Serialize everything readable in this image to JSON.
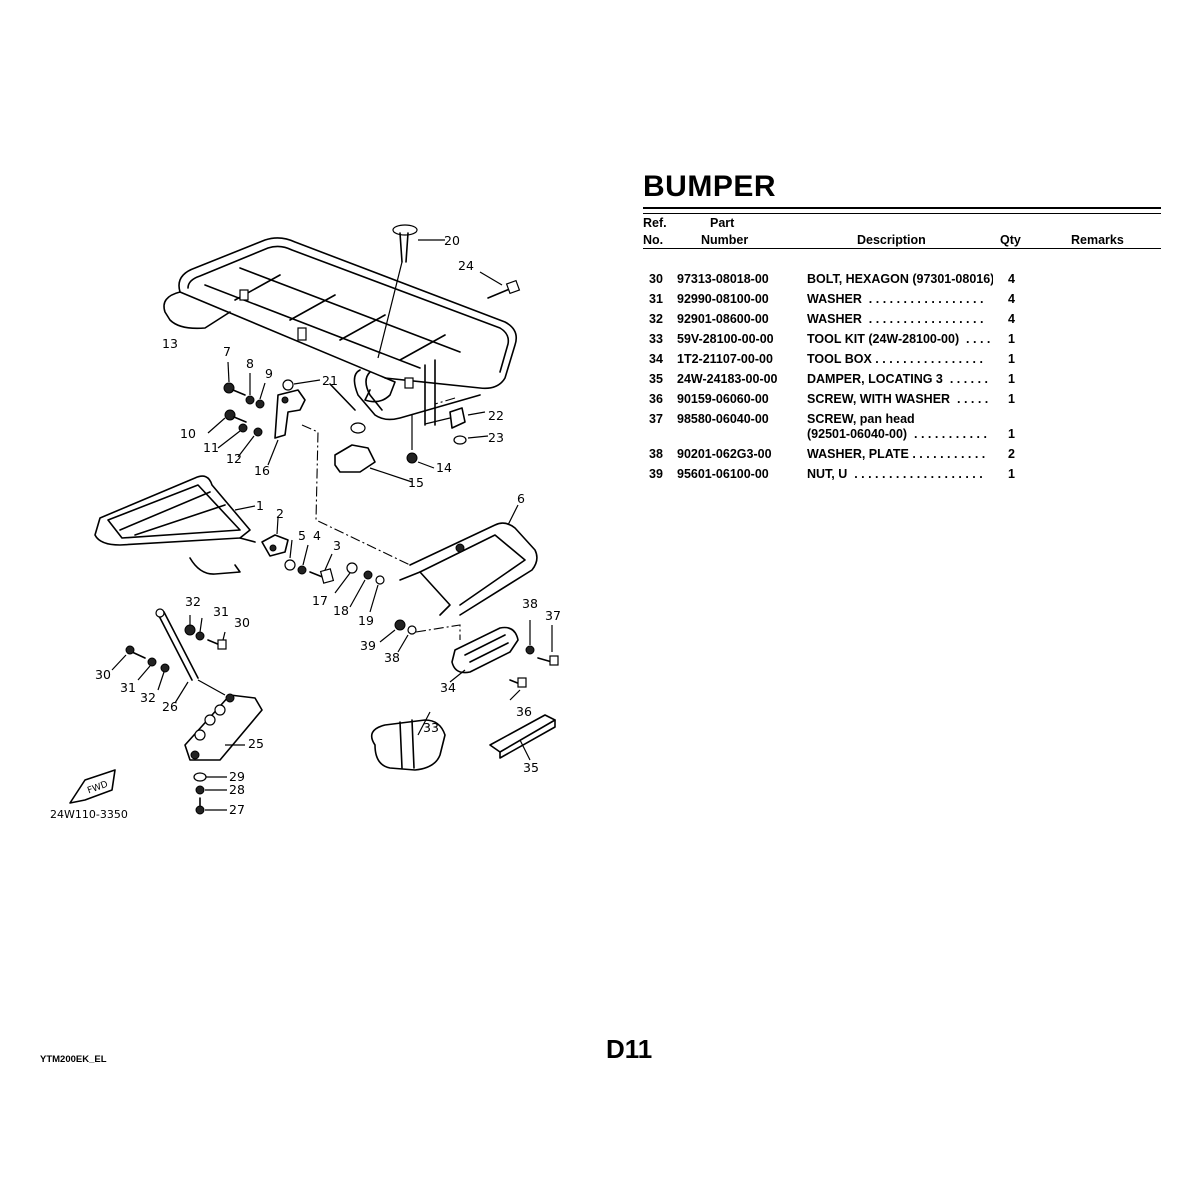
{
  "page": {
    "title": "BUMPER",
    "page_number": "D11",
    "model_code": "YTM200EK_EL"
  },
  "table": {
    "headers": {
      "ref_line1": "Ref.",
      "ref_line2": "No.",
      "part_line1": "Part",
      "part_line2": "Number",
      "description": "Description",
      "qty": "Qty",
      "remarks": "Remarks"
    },
    "rows": [
      {
        "ref": "30",
        "part_number": "97313-08018-00",
        "description": "BOLT, HEXAGON (97301-08016)",
        "qty": "4"
      },
      {
        "ref": "31",
        "part_number": "92990-08100-00",
        "description": "WASHER  . . . . . . . . . . . . . . . . .",
        "qty": "4"
      },
      {
        "ref": "32",
        "part_number": "92901-08600-00",
        "description": "WASHER  . . . . . . . . . . . . . . . . .",
        "qty": "4"
      },
      {
        "ref": "33",
        "part_number": "59V-28100-00-00",
        "description": "TOOL KIT (24W-28100-00)  . . . .",
        "qty": "1"
      },
      {
        "ref": "34",
        "part_number": "1T2-21107-00-00",
        "description": "TOOL BOX . . . . . . . . . . . . . . . .",
        "qty": "1"
      },
      {
        "ref": "35",
        "part_number": "24W-24183-00-00",
        "description": "DAMPER, LOCATING 3  . . . . . .",
        "qty": "1"
      },
      {
        "ref": "36",
        "part_number": "90159-06060-00",
        "description": "SCREW, WITH WASHER  . . . . .",
        "qty": "1"
      },
      {
        "ref": "37",
        "part_number": "98580-06040-00",
        "description": "SCREW, pan head",
        "description_line2": "(92501-06040-00)  . . . . . . . . . . .",
        "qty": "1"
      },
      {
        "ref": "38",
        "part_number": "90201-062G3-00",
        "description": "WASHER, PLATE . . . . . . . . . . .",
        "qty": "2"
      },
      {
        "ref": "39",
        "part_number": "95601-06100-00",
        "description": "NUT, U  . . . . . . . . . . . . . . . . . . .",
        "qty": "1"
      }
    ]
  },
  "diagram": {
    "drawing_code": "24W110-3350",
    "fwd_label": "FWD",
    "callouts": [
      "1",
      "2",
      "3",
      "4",
      "5",
      "6",
      "7",
      "8",
      "9",
      "10",
      "11",
      "12",
      "13",
      "14",
      "15",
      "16",
      "17",
      "18",
      "19",
      "20",
      "21",
      "22",
      "23",
      "24",
      "25",
      "26",
      "27",
      "28",
      "29",
      "30",
      "31",
      "32",
      "30",
      "31",
      "32",
      "33",
      "34",
      "35",
      "36",
      "37",
      "38",
      "38",
      "39"
    ]
  }
}
